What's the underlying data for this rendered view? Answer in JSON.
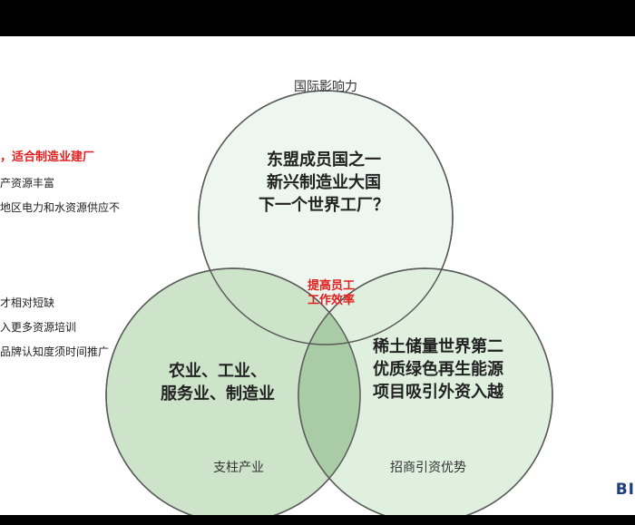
{
  "left_items": [
    {
      "text": "，适合制造业建厂",
      "style": "red"
    },
    {
      "text": "产资源丰富",
      "style": "normal"
    },
    {
      "text": "地区电力和水资源供应不",
      "style": "normal"
    },
    {
      "text": "才相对短缺",
      "style": "normal"
    },
    {
      "text": "入更多资源培训",
      "style": "normal"
    },
    {
      "text": "品牌认知度须时间推广",
      "style": "normal"
    }
  ],
  "venn": {
    "top": {
      "label": "国际影响力",
      "lines": [
        "东盟成员国之一",
        "新兴制造业大国",
        "下一个世界工厂？"
      ],
      "color": "#eef7ef"
    },
    "left": {
      "label": "支柱产业",
      "lines": [
        "农业、工业、",
        "服务业、制造业"
      ],
      "color": "#cde4cb"
    },
    "right": {
      "label": "招商引资优势",
      "lines": [
        "稀土储量世界第二",
        "优质绿色再生能源",
        "项目吸引外资入越"
      ],
      "color": "#dff0df"
    },
    "center": {
      "lines": [
        "提高员工",
        "工作效率"
      ]
    },
    "overlap_color": "#a9cca6",
    "stroke_color": "#5a5a5a"
  },
  "logo": "BI"
}
